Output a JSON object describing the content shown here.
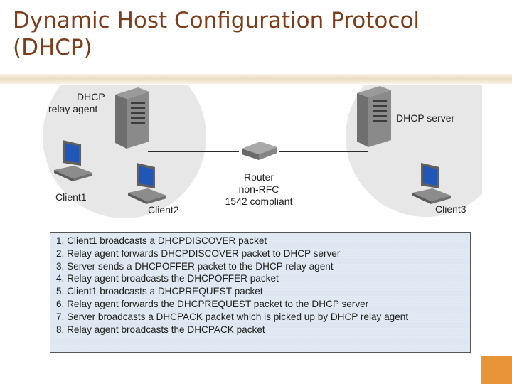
{
  "slide": {
    "title": "Dynamic Host Configuration Protocol (DHCP)"
  },
  "diagram": {
    "relay_agent": {
      "line1": "DHCP",
      "line2": "relay agent"
    },
    "server": "DHCP server",
    "router": {
      "line1": "Router",
      "line2": "non-RFC",
      "line3": "1542 compliant"
    },
    "clients": [
      "Client1",
      "Client2",
      "Client3"
    ],
    "steps": [
      "1. Client1 broadcasts a DHCPDISCOVER packet",
      "2. Relay agent forwards DHCPDISCOVER packet to DHCP server",
      "3. Server sends a DHCPOFFER packet to the DHCP relay agent",
      "4. Relay agent broadcasts the DHCPOFFER packet",
      "5. Client1 broadcasts a DHCPREQUEST packet",
      "6. Relay agent forwards the DHCPREQUEST packet to the DHCP server",
      "7. Server broadcasts a DHCPACK packet which is picked up by DHCP relay agent",
      "8. Relay agent broadcasts the DHCPACK packet"
    ]
  }
}
